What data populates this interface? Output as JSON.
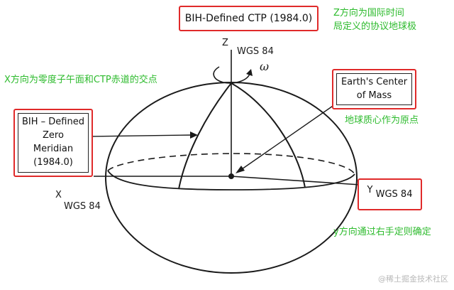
{
  "labels": {
    "ctp": "BIH-Defined CTP (1984.0)",
    "z_axis": "Z",
    "z_sub": "WGS 84",
    "omega": "ω",
    "earth_center_l1": "Earth's Center",
    "earth_center_l2": "of Mass",
    "zero_meridian_l1": "BIH – Defined",
    "zero_meridian_l2": "Zero",
    "zero_meridian_l3": "Meridian",
    "zero_meridian_l4": "(1984.0)",
    "x_axis": "X",
    "x_sub": "WGS 84",
    "y_axis": "Y",
    "y_sub": "WGS 84"
  },
  "notes": {
    "z_note_l1": "Z方向为国际时间",
    "z_note_l2": "局定义的协议地球极",
    "x_note": "X方向为零度子午面和CTP赤道的交点",
    "origin_note": "地球质心作为原点",
    "y_note": "y方向通过右手定则确定"
  },
  "watermark": "@稀土掘金技术社区",
  "colors": {
    "highlight_box": "#e02a2a",
    "note_text": "#2dbb2d",
    "line": "#1a1a1a"
  }
}
